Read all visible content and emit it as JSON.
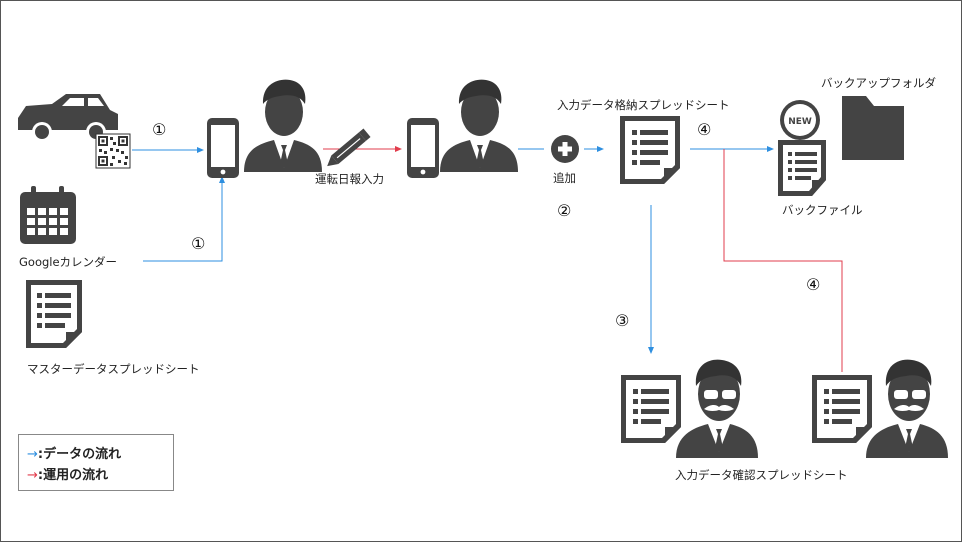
{
  "labels": {
    "google_calendar": "Googleカレンダー",
    "master_sheet": "マスターデータスプレッドシート",
    "driving_log_input": "運転日報入力",
    "add": "追加",
    "input_data_sheet": "入力データ格納スプレッドシート",
    "backup_folder": "バックアップフォルダ",
    "backup_file": "バックファイル",
    "confirm_sheet": "入力データ確認スプレッドシート",
    "new_badge": "NEW"
  },
  "steps": {
    "step1_top": "①",
    "step1_bottom": "①",
    "step2": "②",
    "step3": "③",
    "step4_top": "④",
    "step4_right": "④"
  },
  "legend": {
    "data_arrow": "→",
    "data_label": ":データの流れ",
    "ops_arrow": "→",
    "ops_label": ":運用の流れ"
  },
  "colors": {
    "data_flow": "#2e8fe0",
    "ops_flow": "#e23c4c",
    "icon": "#444444"
  }
}
